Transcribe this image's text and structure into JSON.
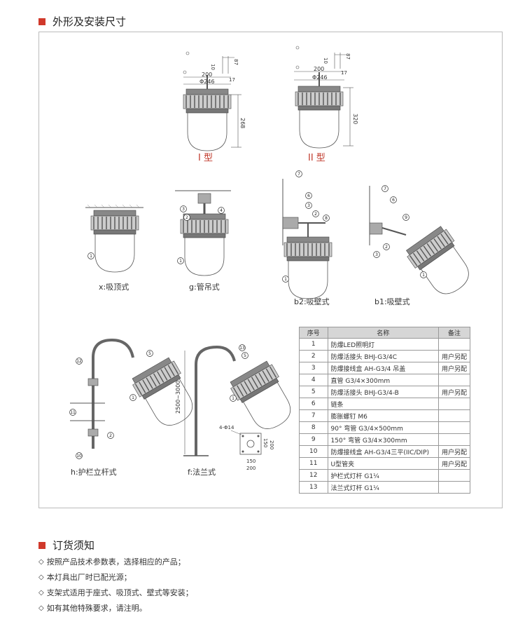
{
  "section1_title": "外形及安装尺寸",
  "section2_title": "订货须知",
  "type1": {
    "label": "I 型",
    "dim_200": "200",
    "dim_phi": "Φ246",
    "dim_10": "10",
    "dim_87": "87",
    "dim_17": "17",
    "height": "268"
  },
  "type2": {
    "label": "II 型",
    "dim_200": "200",
    "dim_phi": "Φ246",
    "dim_10": "10",
    "dim_87": "87",
    "dim_17": "17",
    "height": "320"
  },
  "captions": {
    "x": "x:吸顶式",
    "g": "g:管吊式",
    "b2": "b2:吸壁式",
    "b1": "b1:吸壁式",
    "h": "h:护栏立杆式",
    "f": "f:法兰式"
  },
  "flange": {
    "height_range": "2500~3000",
    "holes": "4-Φ14",
    "d150a": "150",
    "d200a": "200",
    "d150b": "150",
    "d200b": "200"
  },
  "callouts": [
    "1",
    "2",
    "3",
    "4",
    "5",
    "6",
    "7",
    "8",
    "9",
    "10",
    "11",
    "12",
    "13"
  ],
  "table": {
    "headers": [
      "序号",
      "名称",
      "备注"
    ],
    "rows": [
      [
        "1",
        "防爆LED照明灯",
        ""
      ],
      [
        "2",
        "防爆活接头 BHJ-G3/4C",
        "用户另配"
      ],
      [
        "3",
        "防爆接线盒 AH-G3/4 吊盖",
        "用户另配"
      ],
      [
        "4",
        "直管 G3/4×300mm",
        ""
      ],
      [
        "5",
        "防爆活接头 BHJ-G3/4-B",
        "用户另配"
      ],
      [
        "6",
        "链条",
        ""
      ],
      [
        "7",
        "膨胀螺钉 M6",
        ""
      ],
      [
        "8",
        "90° 弯管 G3/4×500mm",
        ""
      ],
      [
        "9",
        "150° 弯管 G3/4×300mm",
        ""
      ],
      [
        "10",
        "防爆接线盒 AH-G3/4三平(IIC/DIP)",
        "用户另配"
      ],
      [
        "11",
        "U型管夹",
        "用户另配"
      ],
      [
        "12",
        "护栏式灯杆 G1¼",
        ""
      ],
      [
        "13",
        "法兰式灯杆 G1¼",
        ""
      ]
    ]
  },
  "notes": [
    "按照产品技术参数表，选择相应的产品；",
    "本灯具出厂时已配光源；",
    "支架式适用于座式、吸顶式、壁式等安装；",
    "如有其他特殊要求，请注明。"
  ],
  "colors": {
    "accent": "#d0392b",
    "line": "#555555"
  }
}
